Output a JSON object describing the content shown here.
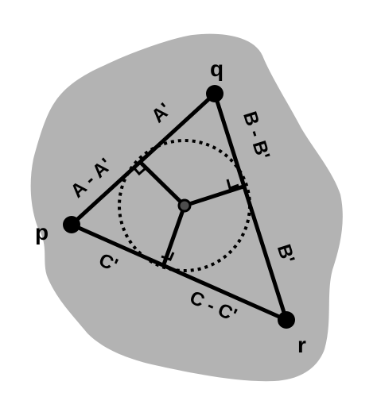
{
  "colors": {
    "background": "#ffffff",
    "region": "#b3b3b3",
    "ink": "#000000",
    "center_fill": "#4d4d4d"
  },
  "vertices": {
    "p": "p",
    "q": "q",
    "r": "r"
  },
  "side_labels": {
    "pq_outer": "A - A'",
    "pq_inner": "A'",
    "qr_outer": "B - B'",
    "qr_inner": "B'",
    "pr_outer": "C'",
    "pr_inner": "C - C'"
  }
}
